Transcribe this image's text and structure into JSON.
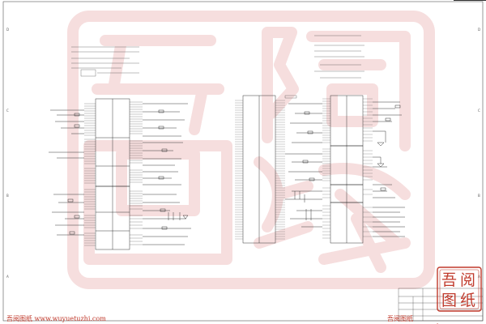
{
  "watermark": {
    "site_text": "吾阅图纸",
    "url_text": "www.wuyuetuzhi.com",
    "bottom_left": "吾阅图纸 www.wuyuetuzhi.com",
    "bottom_right": "吾阅图纸 www.wuyuetuzhi.com",
    "seal_chars": [
      "吾",
      "阅",
      "图",
      "纸"
    ],
    "seal_color": "#c0392b"
  },
  "border": {
    "row_labels": [
      "D",
      "C",
      "B",
      "A"
    ]
  },
  "colors": {
    "line": "#222222",
    "watermark_faint": "#f6dede"
  }
}
